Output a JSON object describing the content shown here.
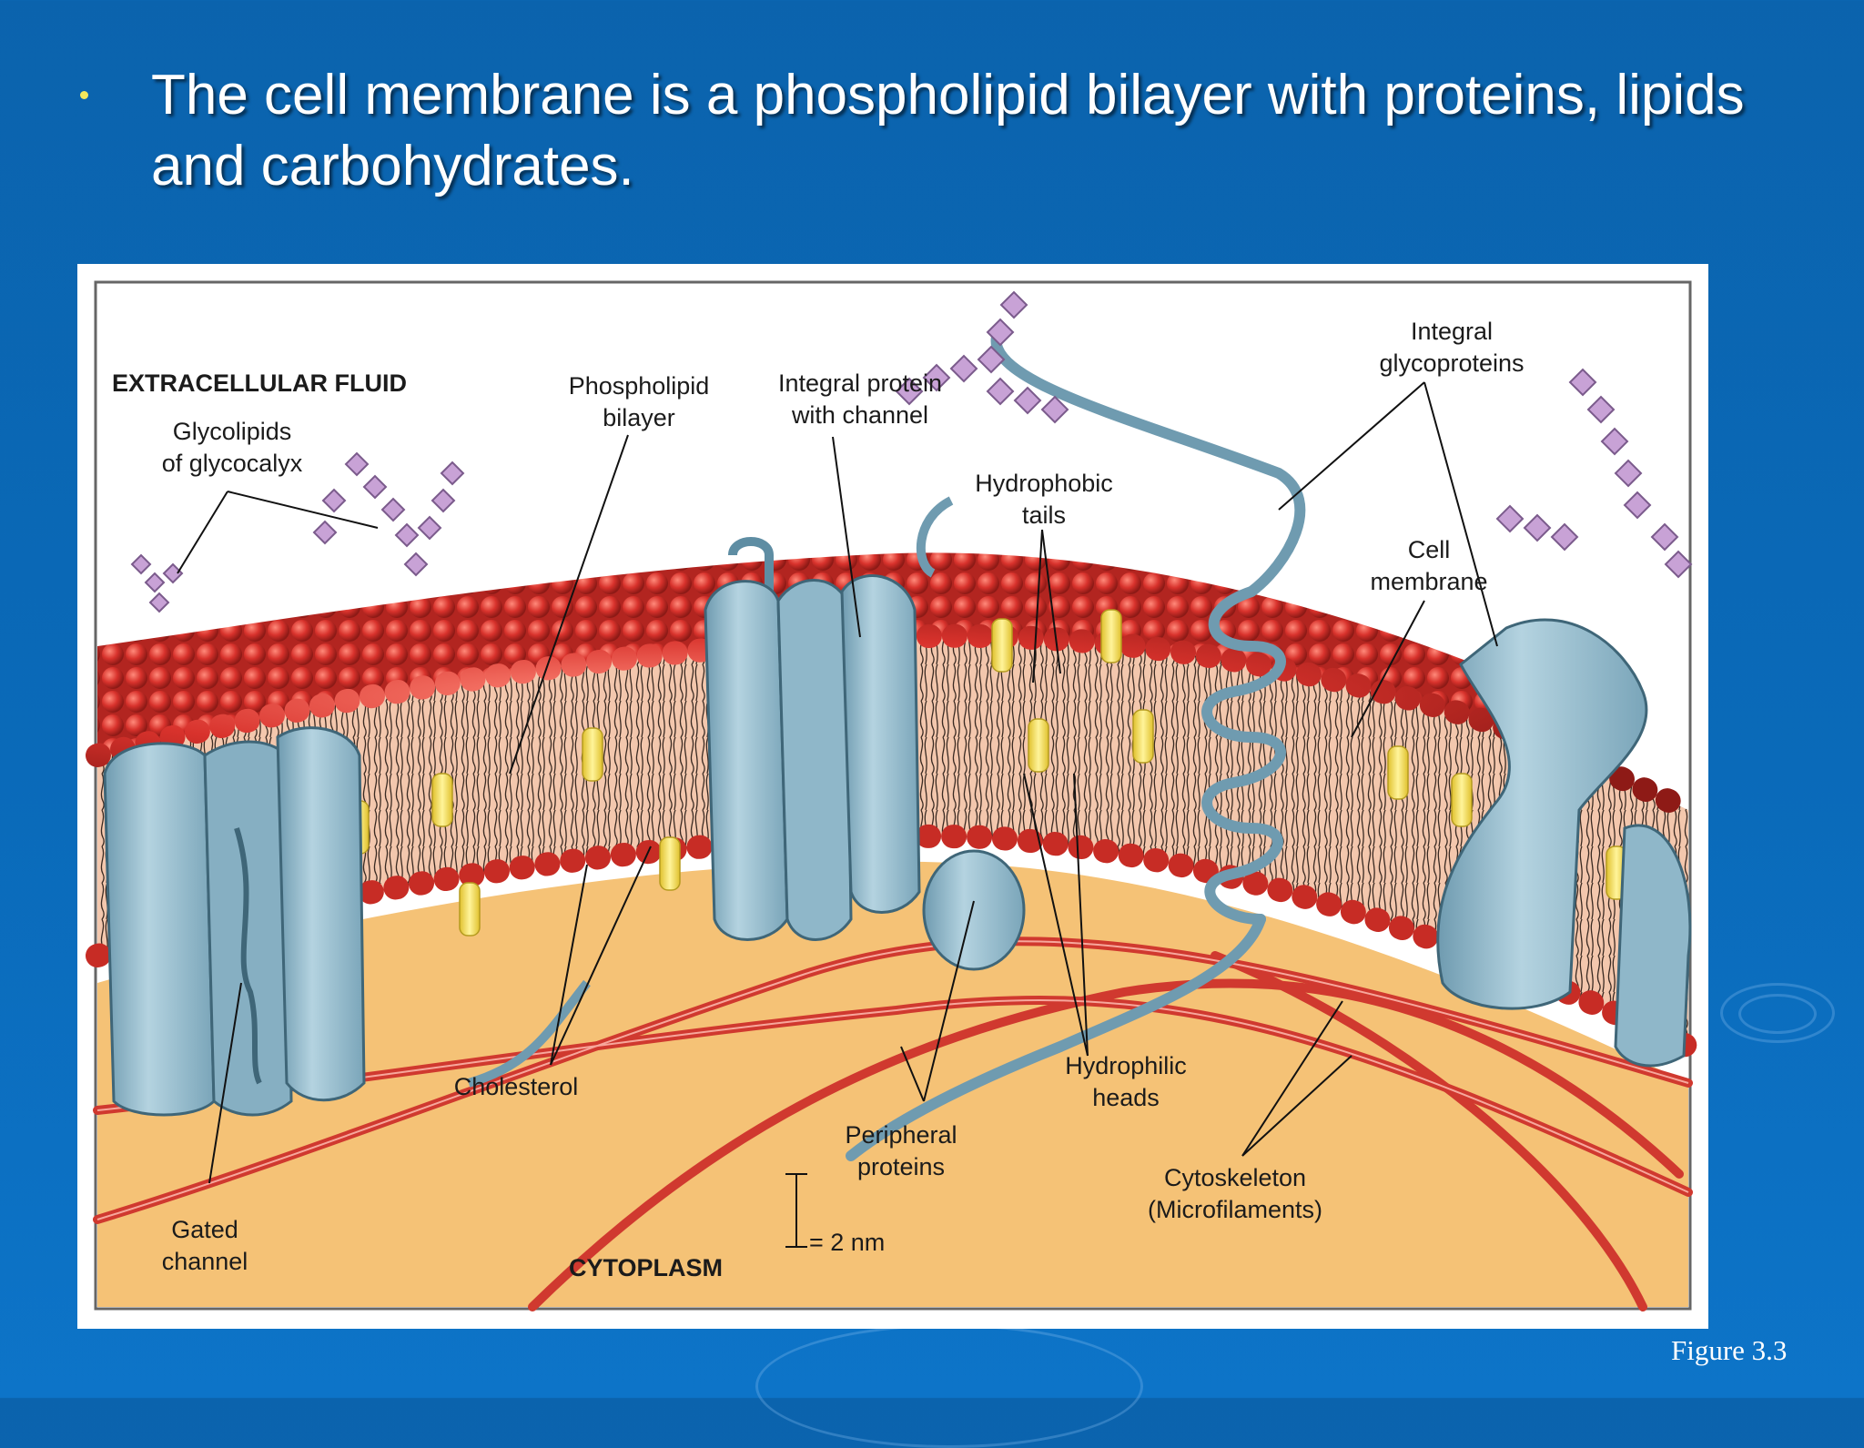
{
  "slide": {
    "bullet_text": "The cell membrane is a phospholipid bilayer with proteins, lipids and carbohydrates.",
    "figure_caption": "Figure 3.3"
  },
  "diagram": {
    "region_labels": {
      "extracellular": "EXTRACELLULAR FLUID",
      "cytoplasm": "CYTOPLASM"
    },
    "labels": {
      "glycolipids": [
        "Glycolipids",
        "of glycocalyx"
      ],
      "phospholipid_bilayer": [
        "Phospholipid",
        "bilayer"
      ],
      "integral_protein": [
        "Integral protein",
        "with channel"
      ],
      "hydrophobic_tails": [
        "Hydrophobic",
        "tails"
      ],
      "integral_glycoproteins": [
        "Integral",
        "glycoproteins"
      ],
      "cell_membrane": [
        "Cell",
        "membrane"
      ],
      "cholesterol": "Cholesterol",
      "peripheral_proteins": [
        "Peripheral",
        "proteins"
      ],
      "hydrophilic_heads": [
        "Hydrophilic",
        "heads"
      ],
      "cytoskeleton": [
        "Cytoskeleton",
        "(Microfilaments)"
      ],
      "gated_channel": [
        "Gated",
        "channel"
      ],
      "scale": "= 2 nm"
    },
    "colors": {
      "slide_background": "#0b63ad",
      "bullet": "#f4e85c",
      "phospholipid_head": "#d8322c",
      "membrane_core": "#f2c2a6",
      "cholesterol": "#f3dc4a",
      "protein": "#9cc3d4",
      "protein_dark": "#5e8da3",
      "carbohydrate": "#c8a2d6",
      "cytoplasm": "#f5c276",
      "microfilament": "#d0392f"
    }
  }
}
